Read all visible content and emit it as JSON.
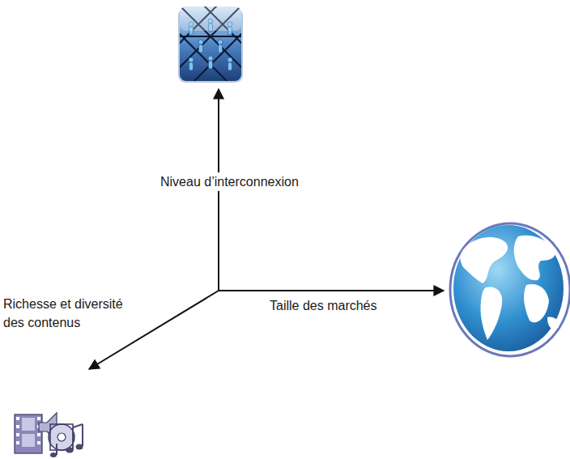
{
  "diagram": {
    "labels": [
      "Niveau d’interconnexion",
      "Taille des marchés",
      "Richesse et diversité des contenus"
    ]
  }
}
